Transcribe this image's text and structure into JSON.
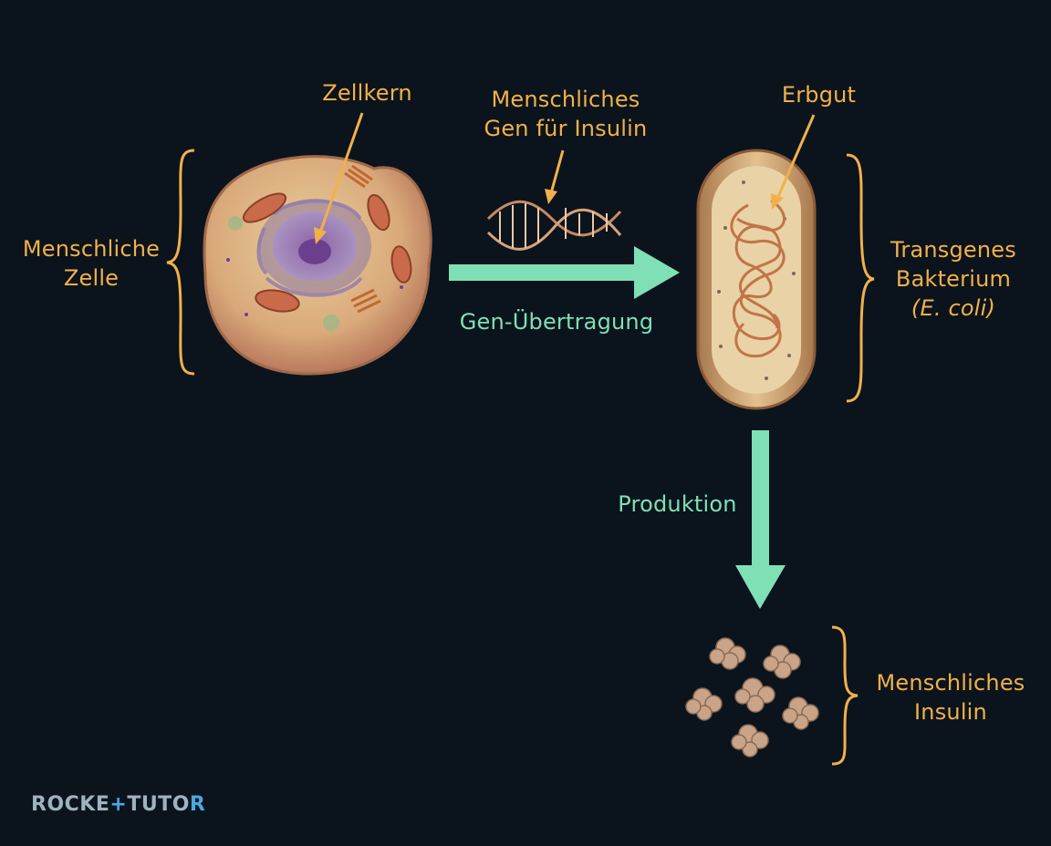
{
  "labels": {
    "human_cell": [
      "Menschliche",
      "Zelle"
    ],
    "nucleus": "Zellkern",
    "human_gene": [
      "Menschliches",
      "Gen für Insulin"
    ],
    "gene_transfer": "Gen-Übertragung",
    "genome": "Erbgut",
    "transgenic_bacterium": [
      "Transgenes",
      "Bakterium",
      "(E. coli)"
    ],
    "production": "Produktion",
    "human_insulin": [
      "Menschliches",
      "Insulin"
    ]
  },
  "logo": {
    "left": "ROCKE",
    "mid": "+",
    "right": "TUTO",
    "end": "R"
  },
  "colors": {
    "background": "#0b141c",
    "label": "#f2b04b",
    "arrow": "#7fe0b6"
  }
}
